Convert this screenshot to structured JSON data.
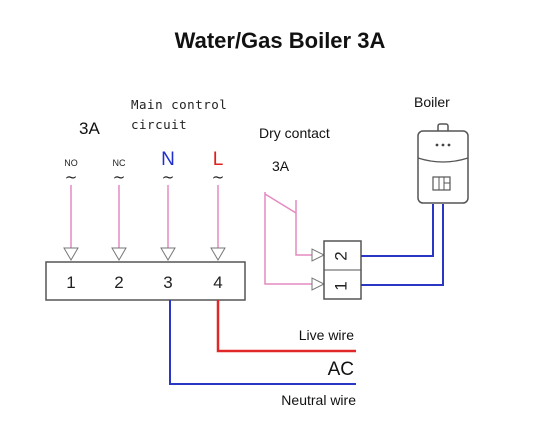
{
  "title": "Water/Gas Boiler 3A",
  "main_circuit": {
    "rating": "3A",
    "label_line1": "Main control",
    "label_line2": "circuit",
    "terminals": [
      {
        "label": "NO",
        "tilde": "~",
        "number": "1"
      },
      {
        "label": "NC",
        "tilde": "~",
        "number": "2"
      },
      {
        "label": "N",
        "tilde": "~",
        "number": "3",
        "color": "#1f2fd0"
      },
      {
        "label": "L",
        "tilde": "~",
        "number": "4",
        "color": "#e02020"
      }
    ]
  },
  "dry_contact": {
    "label": "Dry contact",
    "rating": "3A",
    "terminals": [
      "2",
      "1"
    ]
  },
  "boiler": {
    "label": "Boiler"
  },
  "ac": {
    "live_label": "Live wire",
    "ac_label": "AC",
    "neutral_label": "Neutral wire"
  },
  "colors": {
    "pink_wire": "#e58ac0",
    "blue_wire": "#2a36c4",
    "red_wire": "#e02828",
    "outline": "#555555"
  }
}
